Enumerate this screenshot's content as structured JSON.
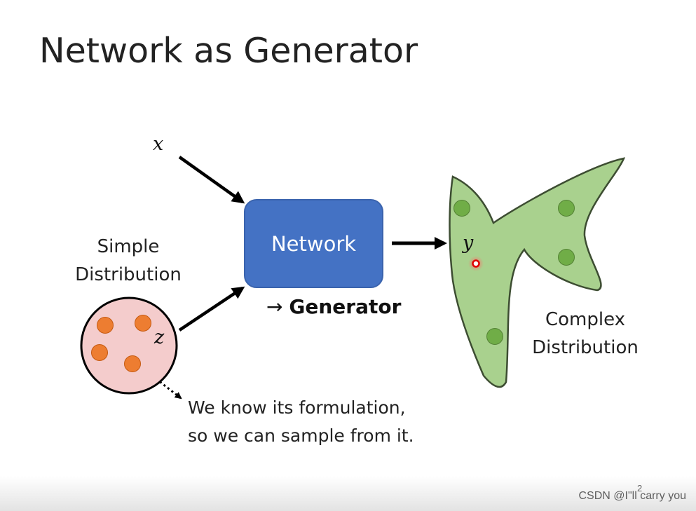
{
  "slide": {
    "title": "Network as Generator",
    "page_number": "2"
  },
  "diagram": {
    "input_x": "x",
    "input_z": "z",
    "output_y": "y",
    "network_label": "Network",
    "generator_arrow": "→",
    "generator_label": "Generator",
    "simple_distribution": [
      "Simple",
      "Distribution"
    ],
    "complex_distribution": [
      "Complex",
      "Distribution"
    ],
    "note_lines": [
      "We know its formulation,",
      "so we can sample from it."
    ]
  },
  "colors": {
    "network_box": "#4472c4",
    "simple_circle_fill": "#f4cccc",
    "simple_dots": "#ed7d31",
    "complex_fill": "#a9d18e",
    "complex_dots": "#70ad47",
    "sample_point": "#e00000"
  },
  "watermark": "CSDN @I\"ll  carry  you"
}
